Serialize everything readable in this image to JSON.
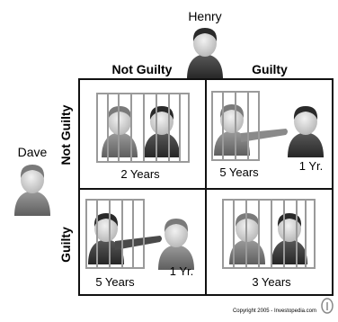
{
  "players": {
    "top": "Henry",
    "left": "Dave"
  },
  "columns": [
    "Not Guilty",
    "Guilty"
  ],
  "rows": [
    "Not Guilty",
    "Guilty"
  ],
  "cells": [
    {
      "row": "Not Guilty",
      "col": "Not Guilty",
      "sentence_a": "2 Years",
      "sentence_b": ""
    },
    {
      "row": "Not Guilty",
      "col": "Guilty",
      "sentence_a": "5 Years",
      "sentence_b": "1 Yr."
    },
    {
      "row": "Guilty",
      "col": "Not Guilty",
      "sentence_a": "5 Years",
      "sentence_b": "1 Yr."
    },
    {
      "row": "Guilty",
      "col": "Guilty",
      "sentence_a": "3 Years",
      "sentence_b": ""
    }
  ],
  "copyright": "Copyright 2005 - Investopedia.com",
  "colors": {
    "grid": "#111111",
    "bars": "#9a9a9a",
    "face": "#dcdcdc",
    "body_dark": "#3a3a3a",
    "hair_dark": "#2a2a2a",
    "hair_light": "#7a7a7a"
  }
}
